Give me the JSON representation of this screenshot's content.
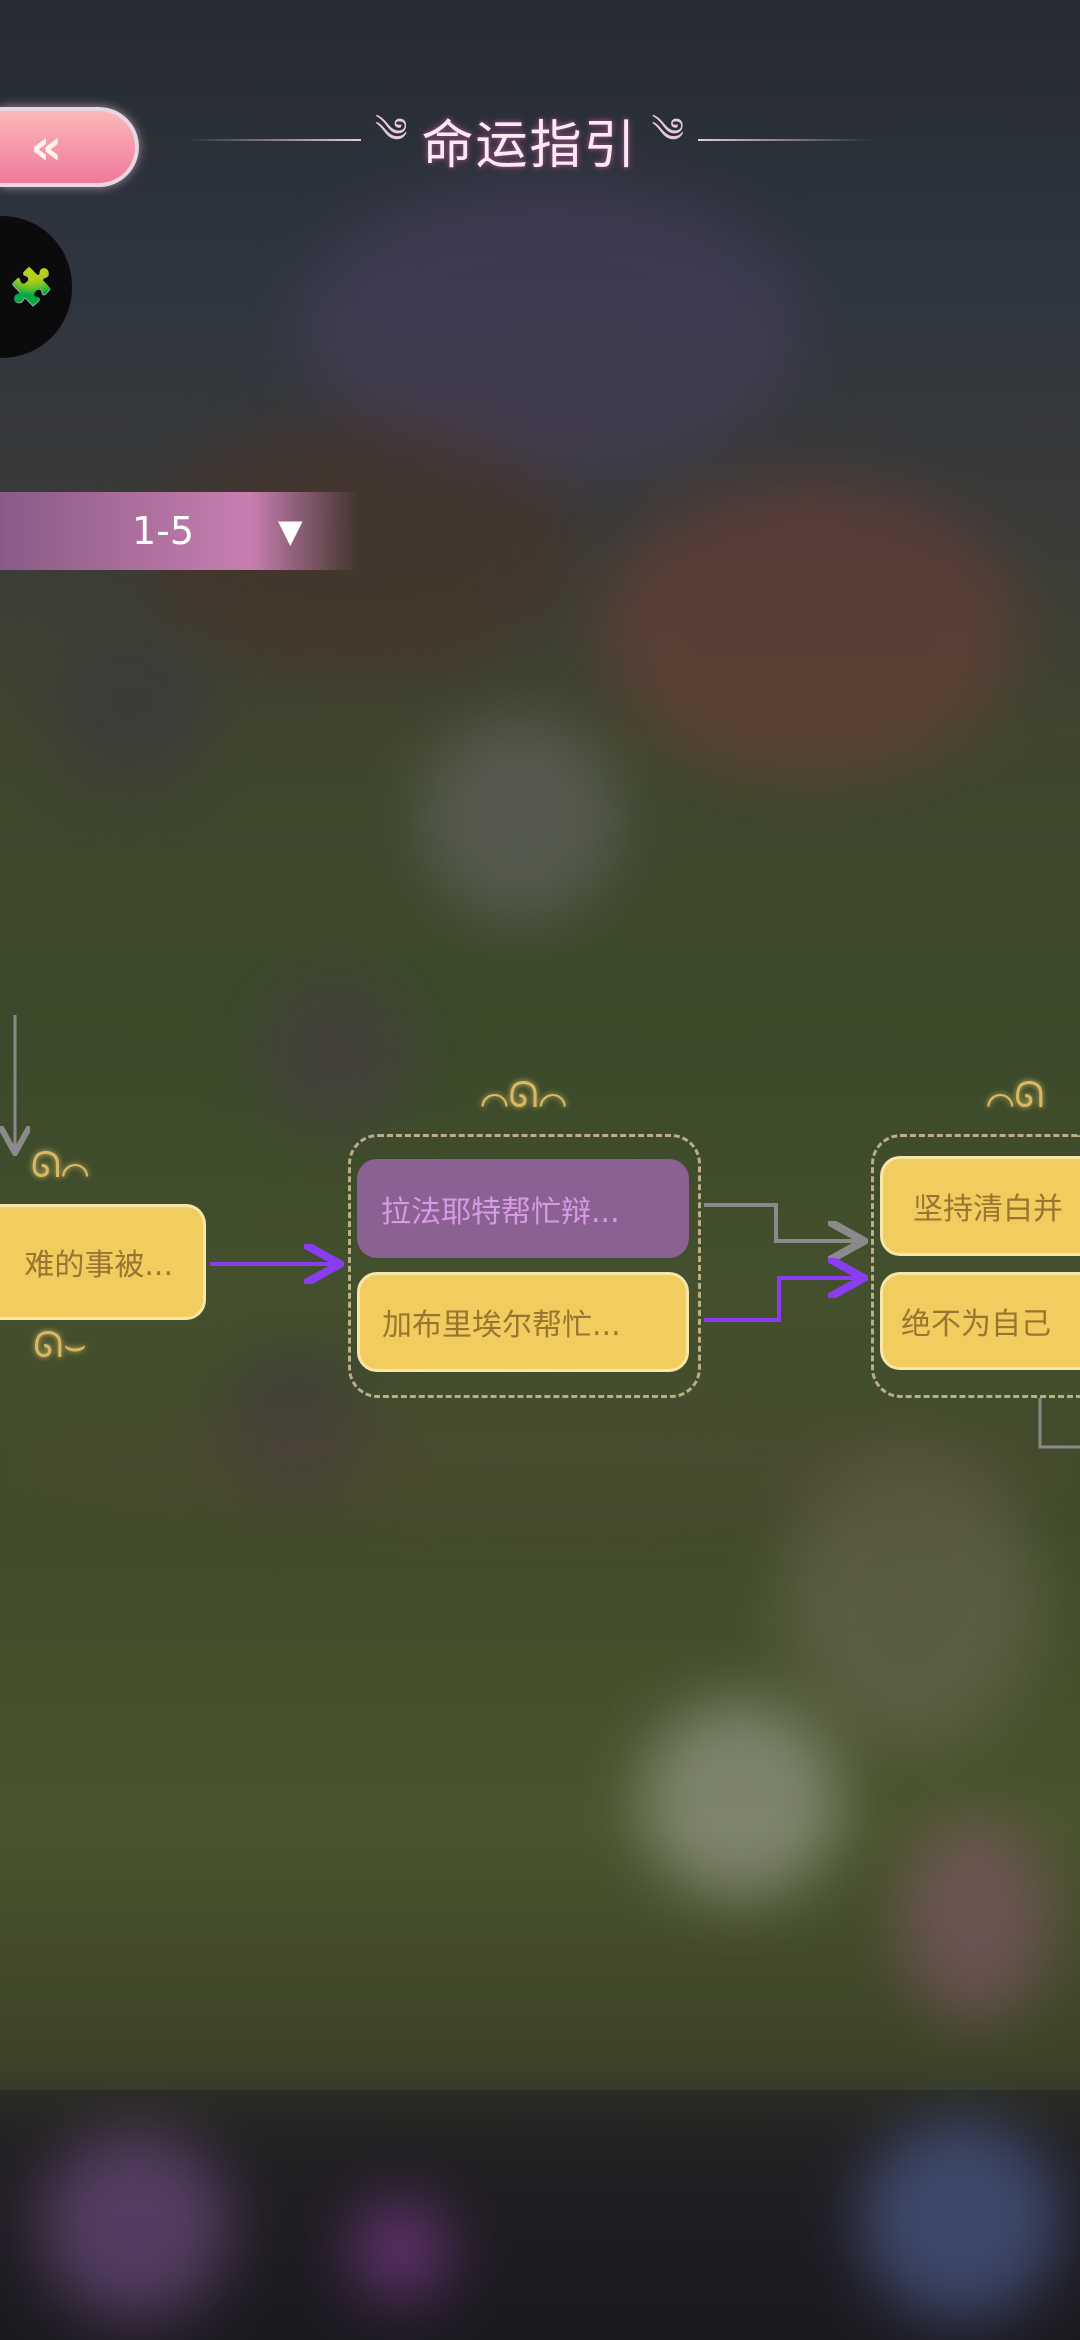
{
  "header": {
    "title": "命运指引",
    "back_icon": "double-chevron-left-icon",
    "puzzle_icon": "puzzle-icon"
  },
  "filter": {
    "value": "1-5",
    "icon": "triangle-down-icon"
  },
  "nodes": {
    "left": {
      "text": "难的事被..."
    },
    "middle": [
      {
        "text": "拉法耶特帮忙辩...",
        "state": "selected"
      },
      {
        "text": "加布里埃尔帮忙..."
      }
    ],
    "right": [
      {
        "text": "坚持清白并"
      },
      {
        "text": "绝不为自己"
      }
    ]
  },
  "colors": {
    "selected_card": "#8b6194",
    "card": "#f0cd5e",
    "active_path": "#8a3cf0",
    "inactive_path": "#8a8a8a"
  }
}
